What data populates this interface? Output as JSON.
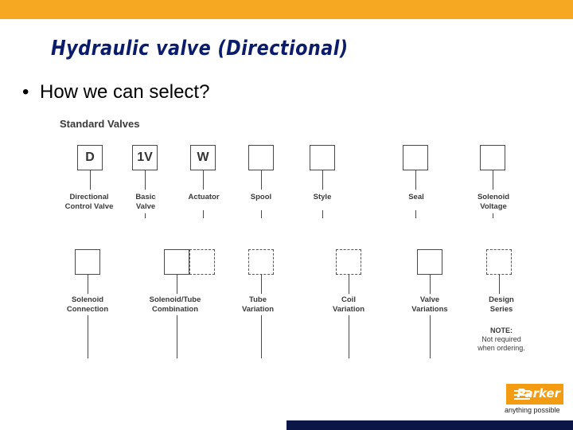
{
  "slide": {
    "title": "Hydraulic valve (Directional)",
    "bullet": "How we can select?",
    "section_heading": "Standard Valves"
  },
  "row1": [
    {
      "code": "D",
      "label": "Directional\nControl Valve"
    },
    {
      "code": "1V",
      "label": "Basic\nValve"
    },
    {
      "code": "W",
      "label": "Actuator"
    },
    {
      "code": "",
      "label": "Spool"
    },
    {
      "code": "",
      "label": "Style"
    },
    {
      "code": "",
      "label": "Seal"
    },
    {
      "code": "",
      "label": "Solenoid\nVoltage"
    }
  ],
  "row2": [
    {
      "label": "Solenoid\nConnection"
    },
    {
      "label": "Solenoid/Tube\nCombination"
    },
    {
      "label": "Tube\nVariation"
    },
    {
      "label": "Coil\nVariation"
    },
    {
      "label": "Valve\nVariations"
    },
    {
      "label": "Design\nSeries"
    }
  ],
  "note": {
    "heading": "NOTE:",
    "text": "Not required\nwhen ordering."
  },
  "logo": {
    "brand": "Parker",
    "tagline": "anything possible",
    "color": "#f39c12"
  },
  "colors": {
    "top_bar": "#f7a823",
    "title": "#0b1c6b",
    "bottom_bar": "#0b1646"
  }
}
